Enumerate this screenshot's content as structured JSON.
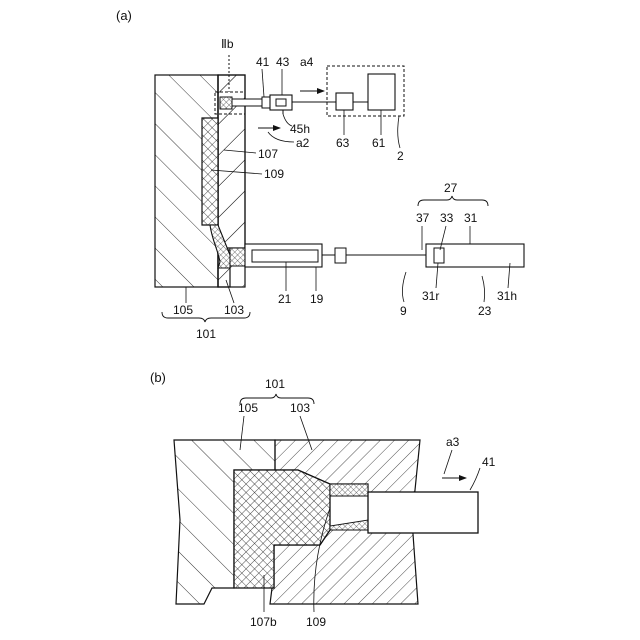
{
  "panel_a": {
    "title": "(a)",
    "labels": {
      "view_ref": "Ⅱb",
      "l41": "41",
      "l43": "43",
      "a4": "a4",
      "l45h": "45h",
      "a2": "a2",
      "l63": "63",
      "l61": "61",
      "l2": "2",
      "l107": "107",
      "l109": "109",
      "l27": "27",
      "l37": "37",
      "l33": "33",
      "l31": "31",
      "l105": "105",
      "l103": "103",
      "l101": "101",
      "l21": "21",
      "l19": "19",
      "l9": "9",
      "l31r": "31r",
      "l23": "23",
      "l31h": "31h"
    }
  },
  "panel_b": {
    "title": "(b)",
    "labels": {
      "l101": "101",
      "l105": "105",
      "l103": "103",
      "a3": "a3",
      "l41": "41",
      "l107b": "107b",
      "l109": "109"
    }
  }
}
